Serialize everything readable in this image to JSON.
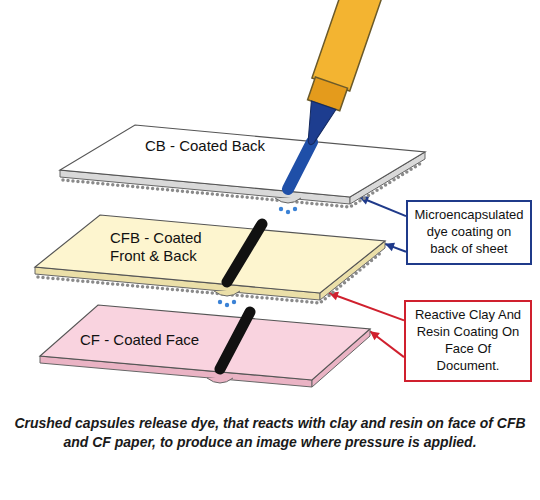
{
  "diagram": {
    "caption": "Crushed capsules release dye, that reacts with clay and resin on face of CFB and CF paper, to produce an image where pressure is applied.",
    "nodes": [
      {
        "text": [
          "CB - Coated Back"
        ]
      },
      {
        "text": [
          "Microencapsulated dye coating on back of sheet"
        ]
      },
      {
        "text": [
          "CFB - Coated Front & Back"
        ]
      },
      {
        "text": [
          "Reactive Clay And Resin Coating On Face Of Document."
        ]
      },
      {
        "text": [
          "CF - Coated Face"
        ]
      }
    ],
    "edges": [
      {
        "from": 1,
        "to": 0,
        "arrow": "to"
      },
      {
        "from": 1,
        "to": 2,
        "arrow": "to"
      },
      {
        "from": 3,
        "to": 2,
        "arrow": "to"
      },
      {
        "from": 3,
        "to": 4,
        "arrow": "to"
      }
    ]
  }
}
